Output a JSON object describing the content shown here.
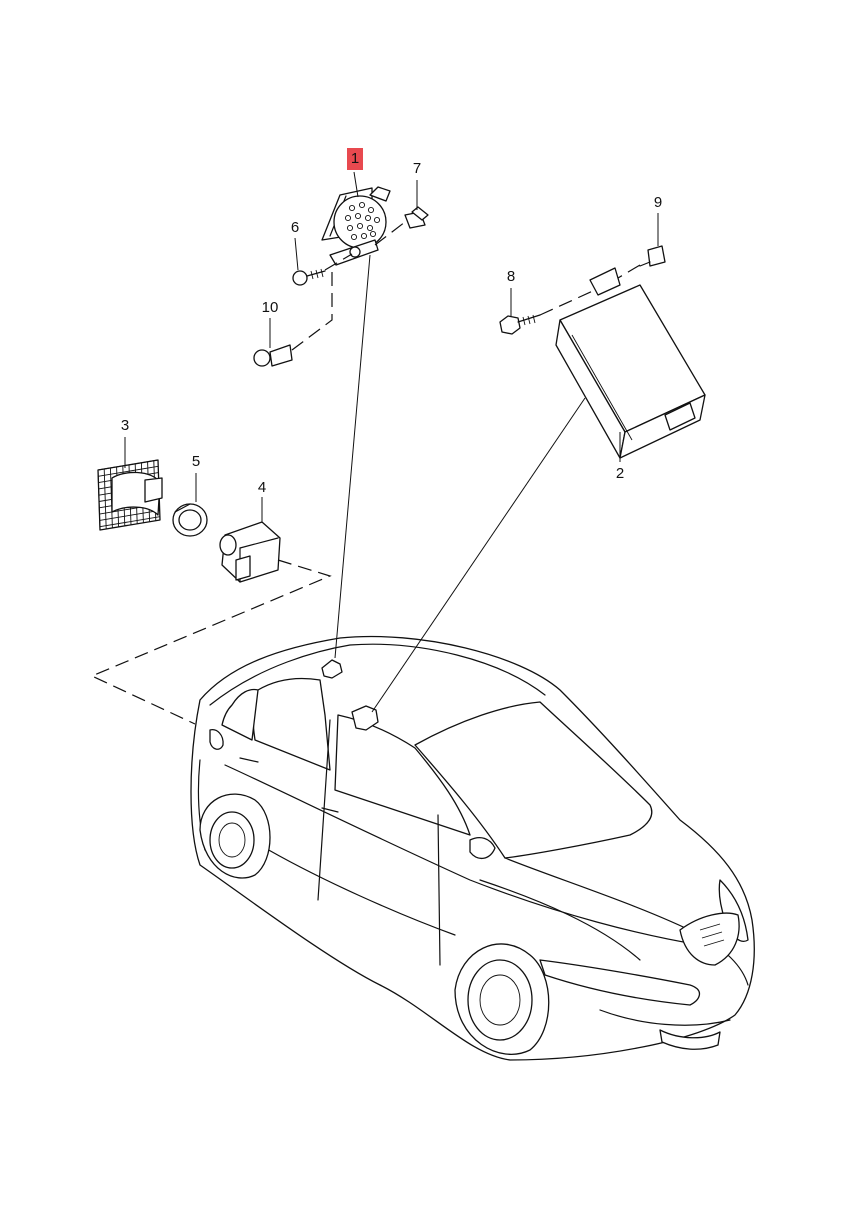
{
  "highlight_color": "#e8494f",
  "callouts": [
    {
      "id": "1",
      "label": "1",
      "highlighted": true
    },
    {
      "id": "2",
      "label": "2",
      "highlighted": false
    },
    {
      "id": "3",
      "label": "3",
      "highlighted": false
    },
    {
      "id": "4",
      "label": "4",
      "highlighted": false
    },
    {
      "id": "5",
      "label": "5",
      "highlighted": false
    },
    {
      "id": "6",
      "label": "6",
      "highlighted": false
    },
    {
      "id": "7",
      "label": "7",
      "highlighted": false
    },
    {
      "id": "8",
      "label": "8",
      "highlighted": false
    },
    {
      "id": "9",
      "label": "9",
      "highlighted": false
    },
    {
      "id": "10",
      "label": "10",
      "highlighted": false
    }
  ],
  "icons": {
    "car": "hatchback-car-outline",
    "part_1": "round-sensor-with-bracket",
    "part_2": "control-unit-box",
    "part_3": "bracket-with-mesh",
    "part_4": "sensor-housing",
    "part_5": "ring-seal",
    "part_6": "bolt",
    "part_7": "clip-nut",
    "part_8": "hex-bolt",
    "part_9": "push-rivet",
    "part_10": "expanding-rivet"
  }
}
